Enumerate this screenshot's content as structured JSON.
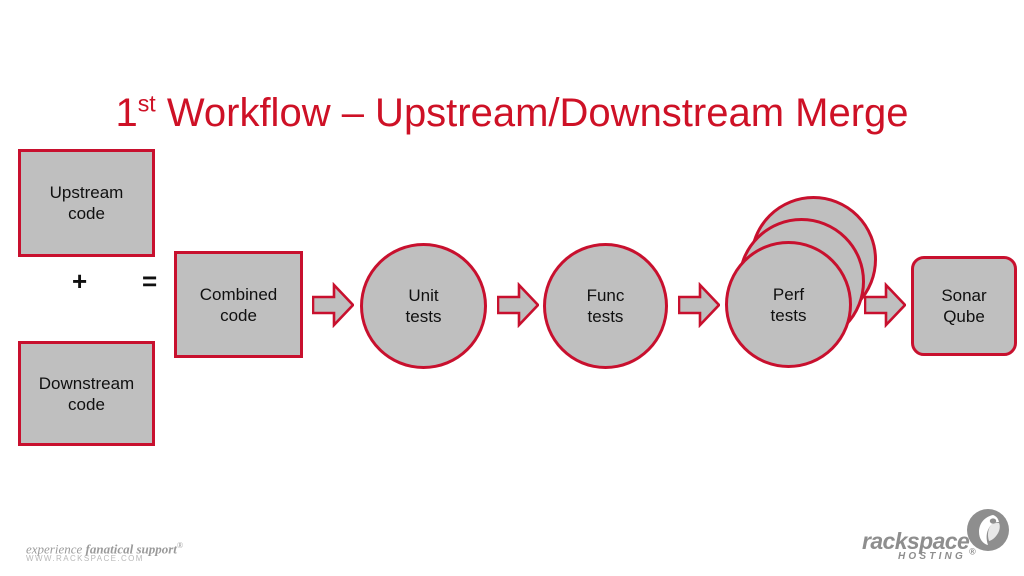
{
  "slide": {
    "title_prefix": "1",
    "title_superscript": "st",
    "title_rest": " Workflow – Upstream/Downstream Merge",
    "title_color": "#CE1126",
    "background_color": "#FFFFFF"
  },
  "theme": {
    "shape_fill": "#BFBFBF",
    "shape_stroke": "#C8102E",
    "text_color": "#101010",
    "footer_color": "#9A9A9A",
    "logo_color": "#8E8E8E"
  },
  "diagram": {
    "nodes": [
      {
        "id": "upstream",
        "label": "Upstream\ncode",
        "shape": "rect"
      },
      {
        "id": "downstream",
        "label": "Downstream\ncode",
        "shape": "rect"
      },
      {
        "id": "combined",
        "label": "Combined\ncode",
        "shape": "rect"
      },
      {
        "id": "unit",
        "label": "Unit\ntests",
        "shape": "circle"
      },
      {
        "id": "func",
        "label": "Func\ntests",
        "shape": "circle"
      },
      {
        "id": "perf",
        "label": "Perf\ntests",
        "shape": "stacked-circle",
        "stack_count": 3
      },
      {
        "id": "sonar",
        "label": "Sonar\nQube",
        "shape": "rounded-rect"
      }
    ],
    "operators": [
      {
        "id": "plus",
        "symbol": "+"
      },
      {
        "id": "equals",
        "symbol": "="
      }
    ],
    "arrows": [
      {
        "id": "arrow-1",
        "from": "combined",
        "to": "unit"
      },
      {
        "id": "arrow-2",
        "from": "unit",
        "to": "func"
      },
      {
        "id": "arrow-3",
        "from": "func",
        "to": "perf"
      },
      {
        "id": "arrow-4",
        "from": "perf",
        "to": "sonar"
      }
    ]
  },
  "footer": {
    "tagline_lead": "experience ",
    "tagline_strong": "fanatical support",
    "tagline_mark": "®",
    "url": "WWW.RACKSPACE.COM"
  },
  "brand": {
    "wordmark": "rackspace",
    "wordmark_mark": "®",
    "subword": "HOSTING"
  }
}
